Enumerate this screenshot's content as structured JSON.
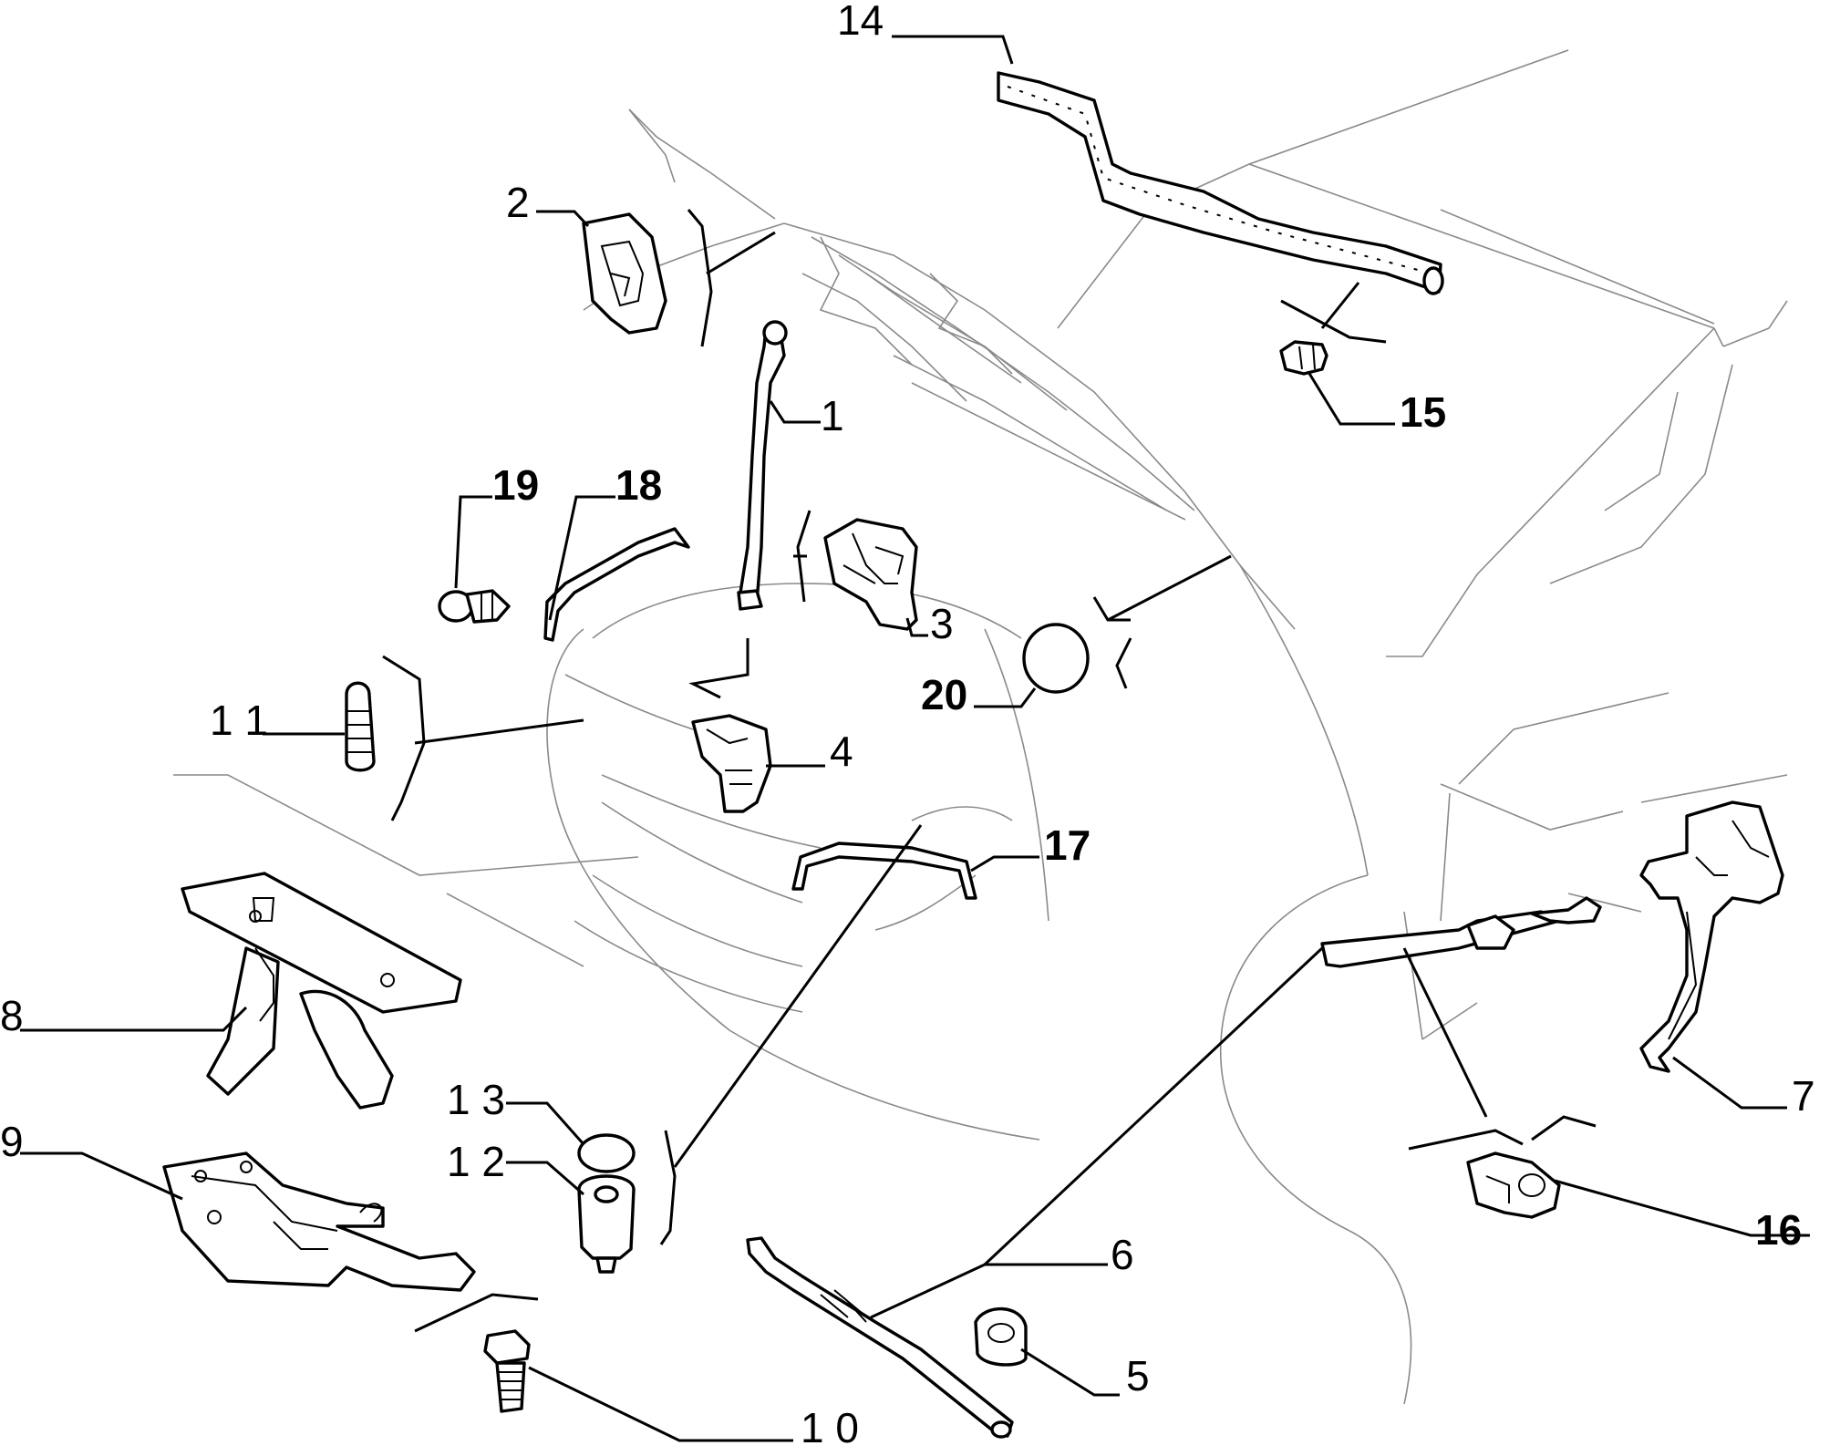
{
  "diagram": {
    "callouts": [
      {
        "id": "1",
        "label": "1"
      },
      {
        "id": "2",
        "label": "2"
      },
      {
        "id": "3",
        "label": "3"
      },
      {
        "id": "4",
        "label": "4"
      },
      {
        "id": "5",
        "label": "5"
      },
      {
        "id": "6",
        "label": "6"
      },
      {
        "id": "7",
        "label": "7"
      },
      {
        "id": "8",
        "label": "8"
      },
      {
        "id": "9",
        "label": "9"
      },
      {
        "id": "10",
        "label": "1 0"
      },
      {
        "id": "11",
        "label": "1 1"
      },
      {
        "id": "12",
        "label": "1 2"
      },
      {
        "id": "13",
        "label": "1 3"
      },
      {
        "id": "14",
        "label": "14"
      },
      {
        "id": "15",
        "label": "15"
      },
      {
        "id": "16",
        "label": "16"
      },
      {
        "id": "17",
        "label": "17"
      },
      {
        "id": "18",
        "label": "18"
      },
      {
        "id": "19",
        "label": "19"
      },
      {
        "id": "20",
        "label": "20"
      }
    ]
  }
}
